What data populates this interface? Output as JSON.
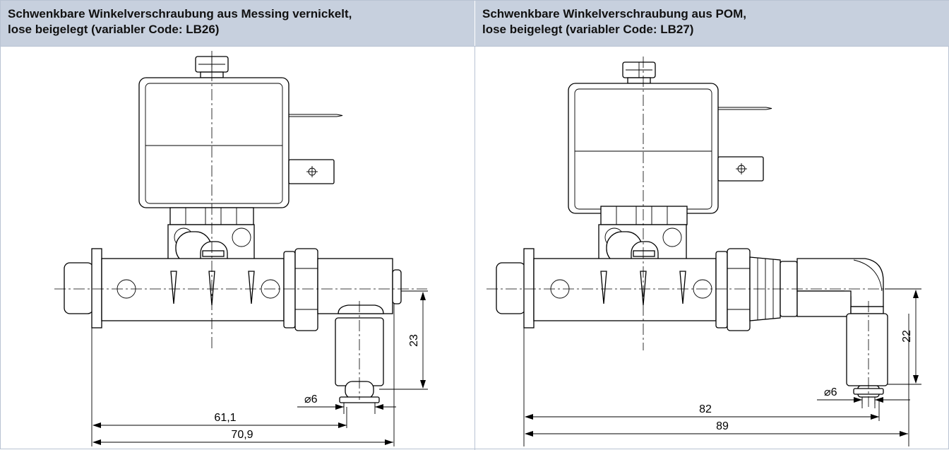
{
  "columns": [
    {
      "heading_line1": "Schwenkbare Winkelverschraubung aus Messing vernickelt,",
      "heading_line2": "lose beigelegt (variabler Code: LB26)",
      "dimensions": {
        "height": "23",
        "diameter": "⌀6",
        "inner_length": "61,1",
        "outer_length": "70,9"
      }
    },
    {
      "heading_line1": "Schwenkbare Winkelverschraubung aus POM,",
      "heading_line2": "lose beigelegt (variabler Code: LB27)",
      "dimensions": {
        "height": "22",
        "diameter": "⌀6",
        "inner_length": "82",
        "outer_length": "89"
      }
    }
  ],
  "colors": {
    "header_bg": "#c7d0de",
    "border": "#b9c3d3"
  },
  "icons": [
    "terminal-crosshair-icon"
  ]
}
